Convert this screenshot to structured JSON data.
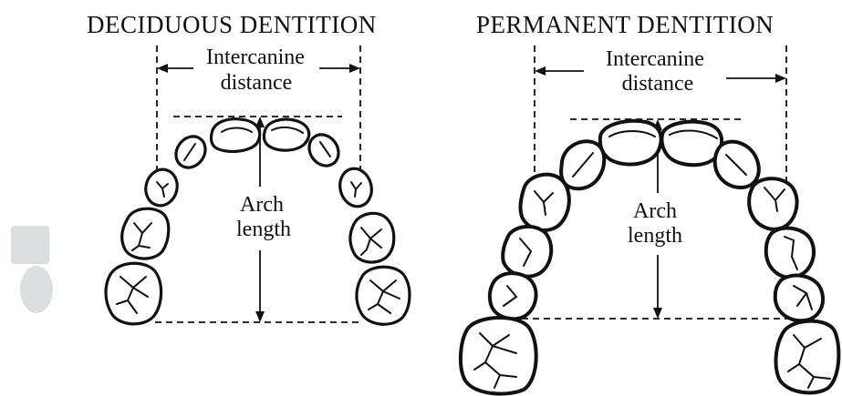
{
  "diagram": {
    "panels": [
      {
        "id": "deciduous",
        "title": "DECIDUOUS DENTITION",
        "width_label_line1": "Intercanine",
        "width_label_line2": "distance",
        "length_label_line1": "Arch",
        "length_label_line2": "length"
      },
      {
        "id": "permanent",
        "title": "PERMANENT DENTITION",
        "width_label_line1": "Intercanine",
        "width_label_line2": "distance",
        "length_label_line1": "Arch",
        "length_label_line2": "length"
      }
    ],
    "colors": {
      "ink": "#111111",
      "background": "#ffffff"
    }
  }
}
